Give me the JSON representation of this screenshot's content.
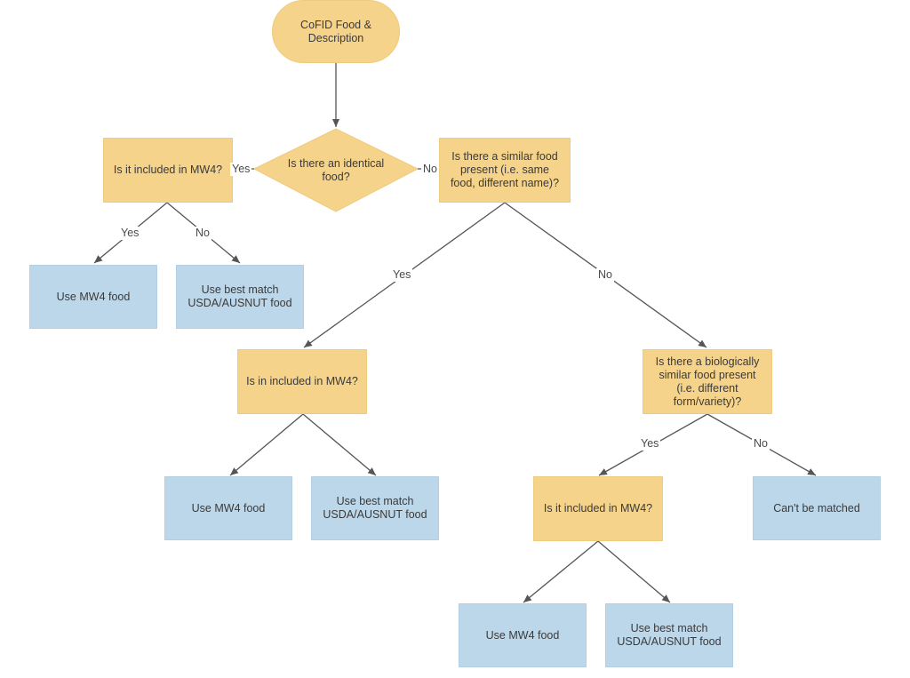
{
  "colors": {
    "decision": "#f6d38a",
    "outcome": "#bdd7ea",
    "edge": "#555555"
  },
  "nodes": {
    "start": "CoFID Food & Description",
    "identical": "Is there an identical food?",
    "mw4_left": "Is it included in MW4?",
    "similar": "Is there a similar food present (i.e. same food, different name)?",
    "left_use_mw4": "Use MW4 food",
    "left_best_match": "Use best match USDA/AUSNUT food",
    "mid_included": "Is in included in MW4?",
    "bio_similar": "Is there a biologically similar food present (i.e. different form/variety)?",
    "mid_use_mw4": "Use MW4 food",
    "mid_best_match": "Use best match USDA/AUSNUT food",
    "right_included": "Is it included in MW4?",
    "cant_match": "Can't be matched",
    "bottom_use_mw4": "Use MW4 food",
    "bottom_best_match": "Use best match USDA/AUSNUT food"
  },
  "edge_labels": {
    "identical_yes": "Yes",
    "identical_no": "No",
    "mw4_left_yes": "Yes",
    "mw4_left_no": "No",
    "similar_yes": "Yes",
    "similar_no": "No",
    "bio_yes": "Yes",
    "bio_no": "No"
  }
}
